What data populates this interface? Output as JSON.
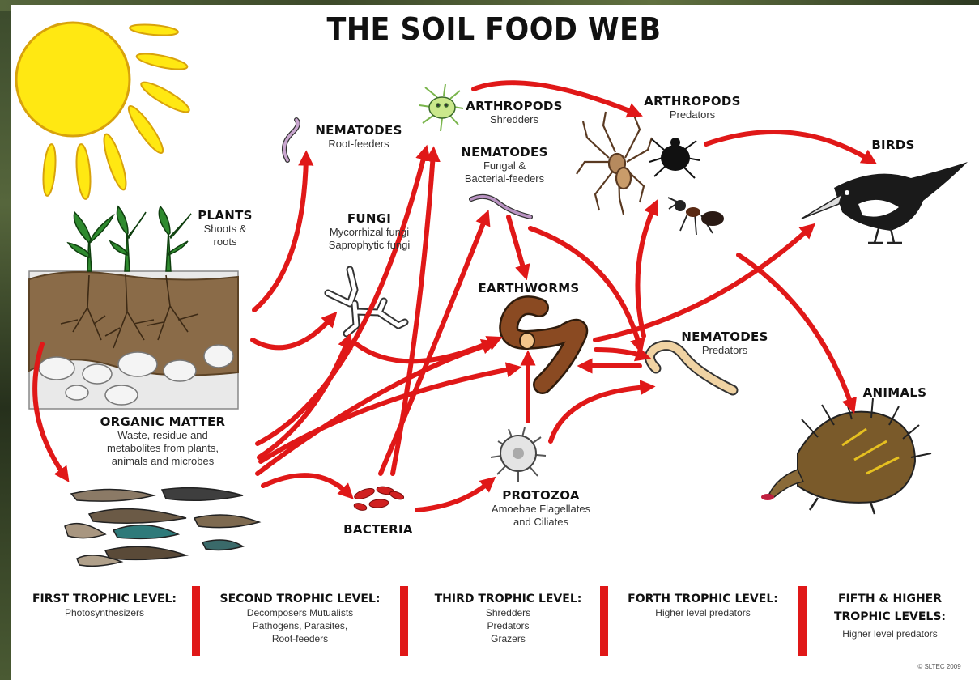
{
  "title": "THE SOIL FOOD WEB",
  "colors": {
    "arrow": "#e01818",
    "sun": "#ffe812",
    "sun_outline": "#d8a20b",
    "soil": "#8a6b48",
    "poster": "#ffffff"
  },
  "icons": [
    "sun-icon",
    "plants-icon",
    "organic-matter-icon",
    "nematode-root-feeder-icon",
    "fungi-icon",
    "arthropod-shredder-icon",
    "nematode-fungal-bacterial-icon",
    "earthworm-icon",
    "bacteria-icon",
    "protozoa-icon",
    "spider-icon",
    "mite-icon",
    "ant-icon",
    "predatory-nematode-icon",
    "bird-icon",
    "echidna-icon"
  ],
  "nodes": {
    "plants": {
      "name": "PLANTS",
      "desc": [
        "Shoots &",
        "roots"
      ]
    },
    "organic_matter": {
      "name": "ORGANIC MATTER",
      "desc": [
        "Waste, residue and",
        "metabolites from plants,",
        "animals and microbes"
      ]
    },
    "nematodes_root": {
      "name": "NEMATODES",
      "desc": [
        "Root-feeders"
      ]
    },
    "fungi": {
      "name": "FUNGI",
      "desc": [
        "Mycorrhizal fungi",
        "Saprophytic fungi"
      ]
    },
    "arthropods_shredders": {
      "name": "ARTHROPODS",
      "desc": [
        "Shredders"
      ]
    },
    "nematodes_fungal": {
      "name": "NEMATODES",
      "desc": [
        "Fungal &",
        "Bacterial-feeders"
      ]
    },
    "arthropods_predators": {
      "name": "ARTHROPODS",
      "desc": [
        "Predators"
      ]
    },
    "earthworms": {
      "name": "EARTHWORMS"
    },
    "nematodes_predators": {
      "name": "NEMATODES",
      "desc": [
        "Predators"
      ]
    },
    "bacteria": {
      "name": "BACTERIA"
    },
    "protozoa": {
      "name": "PROTOZOA",
      "desc": [
        "Amoebae Flagellates",
        "and Ciliates"
      ]
    },
    "birds": {
      "name": "BIRDS"
    },
    "animals": {
      "name": "ANIMALS"
    }
  },
  "levels": [
    {
      "name": "FIRST TROPHIC LEVEL:",
      "desc": [
        "Photosynthesizers"
      ]
    },
    {
      "name": "SECOND TROPHIC LEVEL:",
      "desc": [
        "Decomposers Mutualists",
        "Pathogens, Parasites,",
        "Root-feeders"
      ]
    },
    {
      "name": "THIRD TROPHIC LEVEL:",
      "desc": [
        "Shredders",
        "Predators",
        "Grazers"
      ]
    },
    {
      "name": "FORTH TROPHIC LEVEL:",
      "desc": [
        "Higher level predators"
      ]
    },
    {
      "name": "FIFTH & HIGHER",
      "name2": "TROPHIC LEVELS:",
      "desc": [
        "Higher level predators"
      ]
    }
  ],
  "copyright": "© SLTEC 2009"
}
